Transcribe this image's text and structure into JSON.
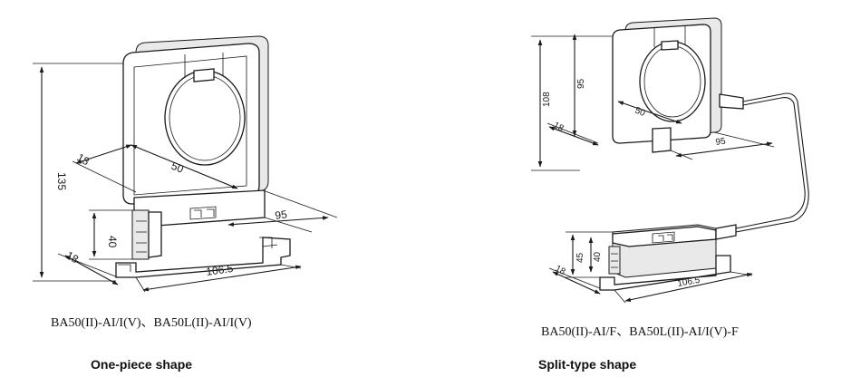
{
  "left_view": {
    "dims": {
      "height": "135",
      "base_depth": "18",
      "aperture": "50",
      "depth": "95",
      "terminal_height": "40",
      "base_foot": "18",
      "length": "106.5"
    },
    "model": "BA50(II)-AI/I(V)、BA50L(II)-AI/I(V)",
    "caption": "One-piece shape"
  },
  "right_view": {
    "dims": {
      "height": "108",
      "inner_height": "95",
      "depth_small": "18",
      "aperture": "50",
      "depth": "95",
      "unit_height": "45",
      "terminal_height": "40",
      "base_foot": "18",
      "length": "106.5"
    },
    "model": "BA50(II)-AI/F、BA50L(II)-AI/I(V)-F",
    "caption": "Split-type shape"
  }
}
